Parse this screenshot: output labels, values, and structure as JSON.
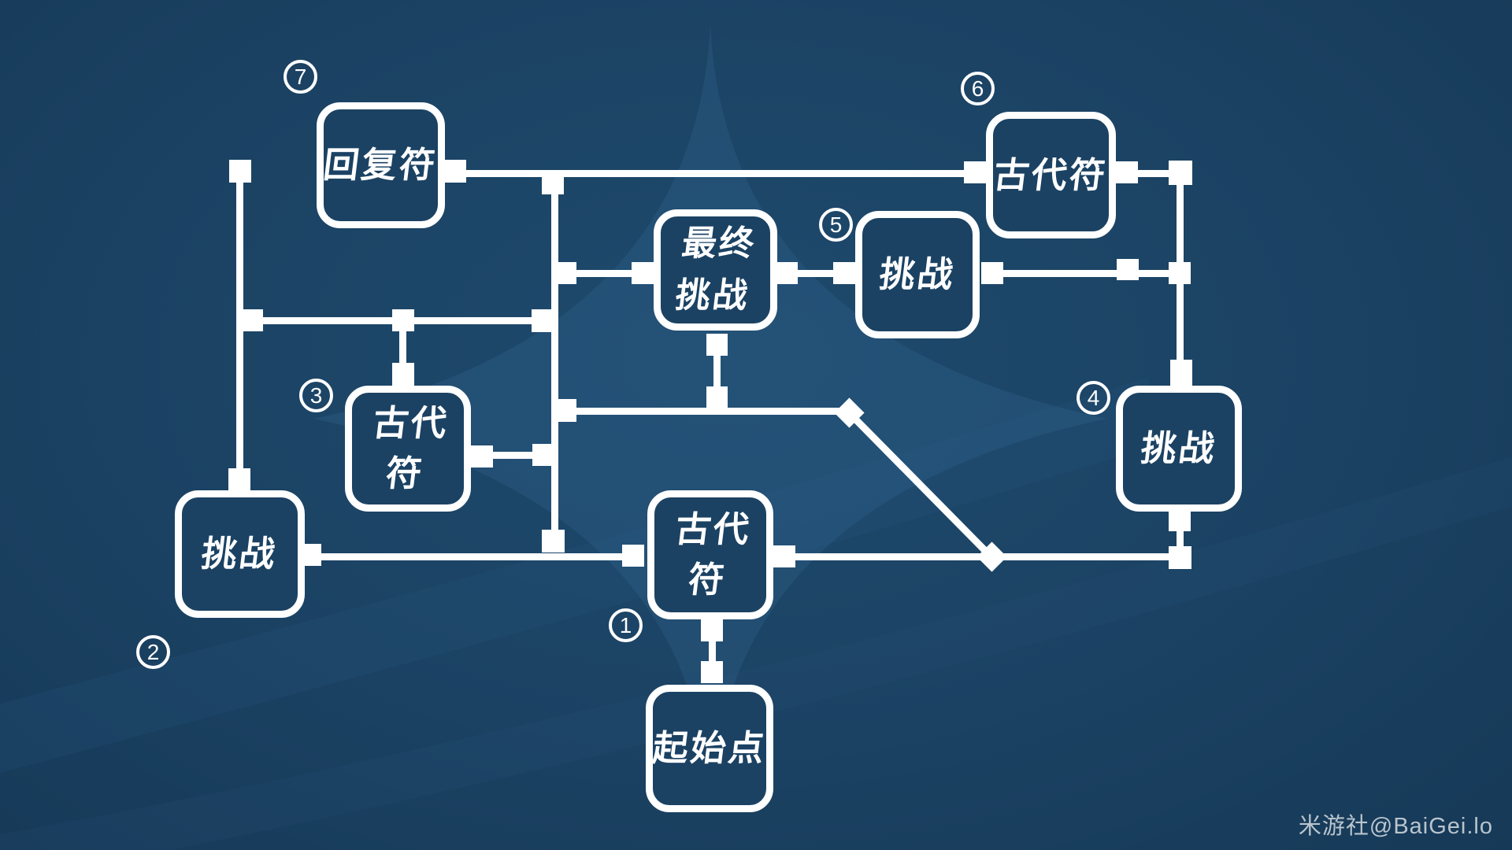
{
  "canvas": {
    "background_color": "#1b4263",
    "line_color": "#ffffff",
    "decor_star_color": "#2e5d86",
    "watermark_color": "#b9c4cd"
  },
  "nodes": {
    "start": {
      "label": "起始点"
    },
    "n1": {
      "label": "古代符",
      "number": "1"
    },
    "n2": {
      "label": "挑战",
      "number": "2"
    },
    "n3": {
      "label": "古代符",
      "number": "3"
    },
    "n4": {
      "label": "挑战",
      "number": "4"
    },
    "n5": {
      "label": "挑战",
      "number": "5"
    },
    "n6": {
      "label": "古代符",
      "number": "6"
    },
    "n7": {
      "label": "回复符",
      "number": "7"
    },
    "final": {
      "label": "最终\n挑战"
    }
  },
  "watermark": "米游社@BaiGei.lo"
}
